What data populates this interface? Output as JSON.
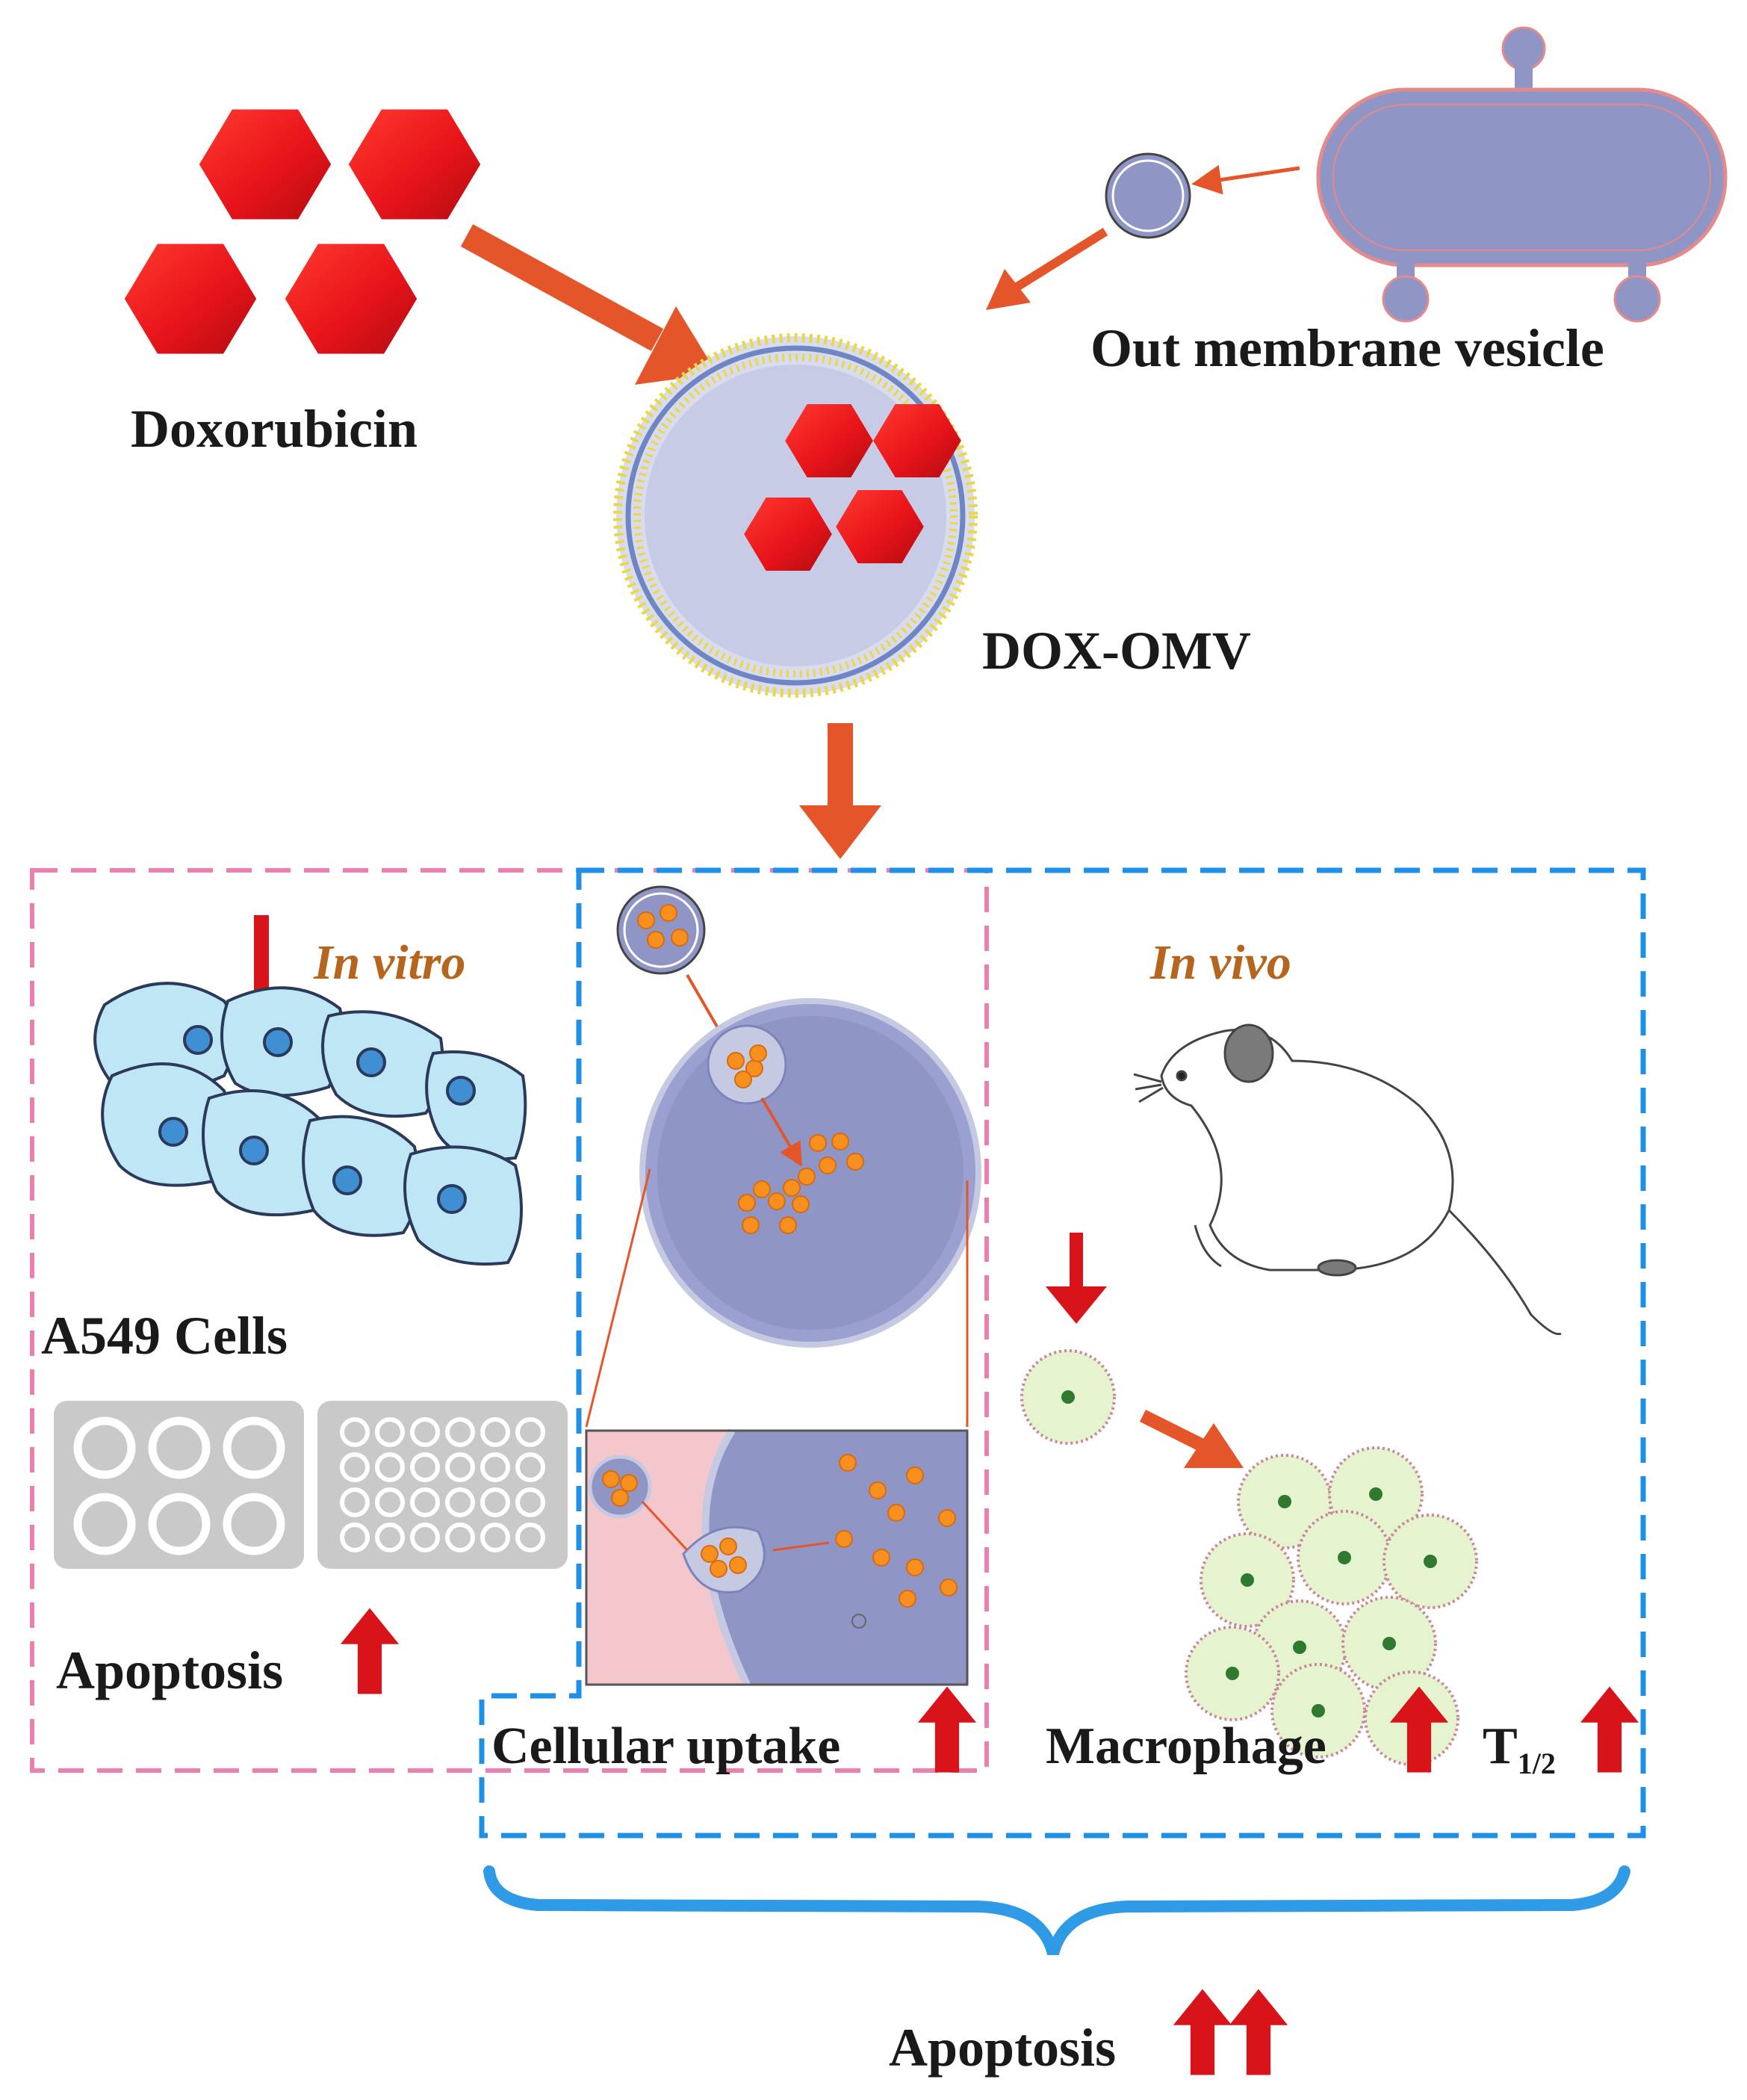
{
  "labels": {
    "doxorubicin": "Doxorubicin",
    "omv": "Out membrane vesicle",
    "dox_omv": "DOX-OMV",
    "in_vitro": "In vitro",
    "in_vivo": "In vivo",
    "a549": "A549 Cells",
    "apoptosis_left": "Apoptosis",
    "cellular_uptake": "Cellular uptake",
    "macrophage": "Macrophage",
    "t_half_main": "T",
    "t_half_sub": "1/2",
    "apoptosis_bottom": "Apoptosis"
  },
  "colors": {
    "drug_red": "#e8141a",
    "arrow_orange": "#e4562a",
    "up_arrow_red": "#d8141a",
    "vesicle_purple": "#8f96c6",
    "pink_dash": "#ea7fb0",
    "blue_dash": "#1e90e8",
    "brace_blue": "#2f9be6",
    "cell_blue": "#bfe6f4",
    "macrophage_green": "#e6f3cf",
    "label_italic": "#b5651d"
  }
}
